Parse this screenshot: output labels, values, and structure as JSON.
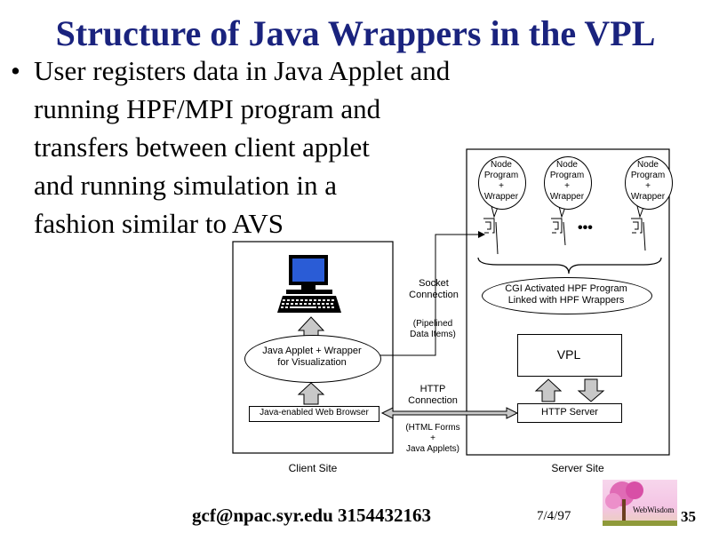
{
  "title": "Structure of Java Wrappers in the VPL",
  "bullet_symbol": "•",
  "bullet_lines": [
    "User registers data in Java Applet and",
    "running HPF/MPI program  and",
    "transfers between client applet",
    "and running simulation in a",
    "fashion similar to AVS"
  ],
  "diagram": {
    "nodes": [
      {
        "lines": [
          "Node",
          "Program",
          "+",
          "Wrapper"
        ]
      },
      {
        "lines": [
          "Node",
          "Program",
          "+",
          "Wrapper"
        ]
      },
      {
        "lines": [
          "Node",
          "Program",
          "+",
          "Wrapper"
        ]
      }
    ],
    "ellipsis": "•••",
    "socket_connection": [
      "Socket",
      "Connection"
    ],
    "cgi_program": [
      "CGI Activated HPF Program",
      "Linked with HPF Wrappers"
    ],
    "pipelined": [
      "(Pipelined",
      "Data Items)"
    ],
    "java_applet": [
      "Java Applet + Wrapper",
      "for Visualization"
    ],
    "vpl": "VPL",
    "http_connection": [
      "HTTP",
      "Connection"
    ],
    "browser": "Java-enabled Web Browser",
    "http_server": "HTTP Server",
    "html_forms": [
      "(HTML Forms",
      "+",
      "Java Applets)"
    ],
    "client_site": "Client Site",
    "server_site": "Server Site"
  },
  "footer": {
    "email_phone": "gcf@npac.syr.edu 3154432163",
    "date": "7/4/97",
    "logo_text": "WebWisdom",
    "page": "35"
  }
}
